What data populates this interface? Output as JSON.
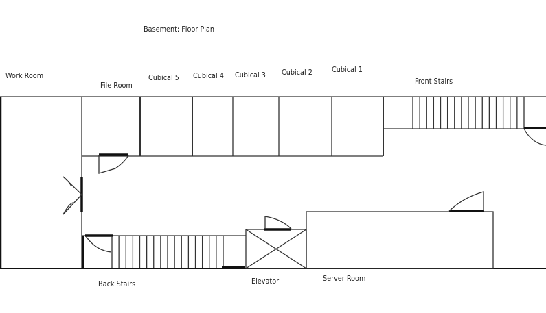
{
  "title": "Basement: Floor Plan",
  "rooms": {
    "work_room": "Work Room",
    "file_room": "File Room",
    "cubical_5": "Cubical 5",
    "cubical_4": "Cubical 4",
    "cubical_3": "Cubical 3",
    "cubical_2": "Cubical 2",
    "cubical_1": "Cubical 1",
    "front_stairs": "Front Stairs",
    "back_stairs": "Back Stairs",
    "elevator": "Elevator",
    "server_room": "Server Room"
  }
}
